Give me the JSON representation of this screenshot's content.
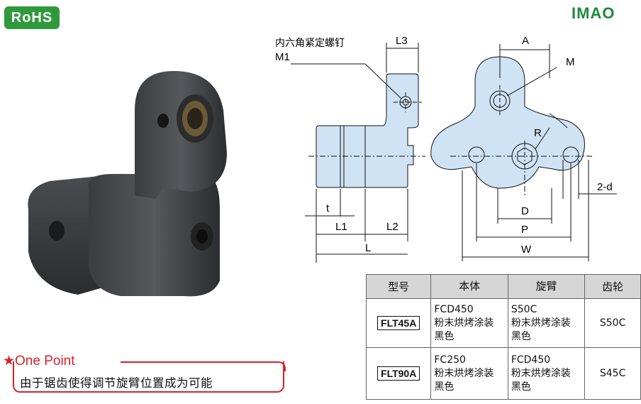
{
  "brand": {
    "rohs_label": "RoHS",
    "logo": "IMAO",
    "rohs_color": "#2f9a3c",
    "logo_color": "#1c8a3c"
  },
  "drawing": {
    "side_view": {
      "screw_label": "内六角紧定螺钉",
      "screw_label2": "M1",
      "l3": "L3",
      "t": "t",
      "l1": "L1",
      "l2": "L2",
      "l": "L"
    },
    "front_view": {
      "a": "A",
      "m": "M",
      "r": "R",
      "two_d": "2-d",
      "d": "D",
      "p": "P",
      "w": "W"
    },
    "fill_color": "#cfe3f5"
  },
  "table": {
    "headers": [
      "型号",
      "本体",
      "旋臂",
      "齿轮"
    ],
    "rows": [
      {
        "model": "FLT45A",
        "body": [
          "FCD450",
          "粉末烘烤涂装",
          "黑色"
        ],
        "arm": [
          "S50C",
          "粉末烘烤涂装",
          "黑色"
        ],
        "gear": "S50C"
      },
      {
        "model": "FLT90A",
        "body": [
          "FC250",
          "粉末烘烤涂装",
          "黑色"
        ],
        "arm": [
          "FCD450",
          "粉末烘烤涂装",
          "黑色"
        ],
        "gear": "S45C"
      }
    ]
  },
  "one_point": {
    "title": "★One Point",
    "text": "由于锯齿使得调节旋臂位置成为可能",
    "accent": "#d8212a"
  }
}
